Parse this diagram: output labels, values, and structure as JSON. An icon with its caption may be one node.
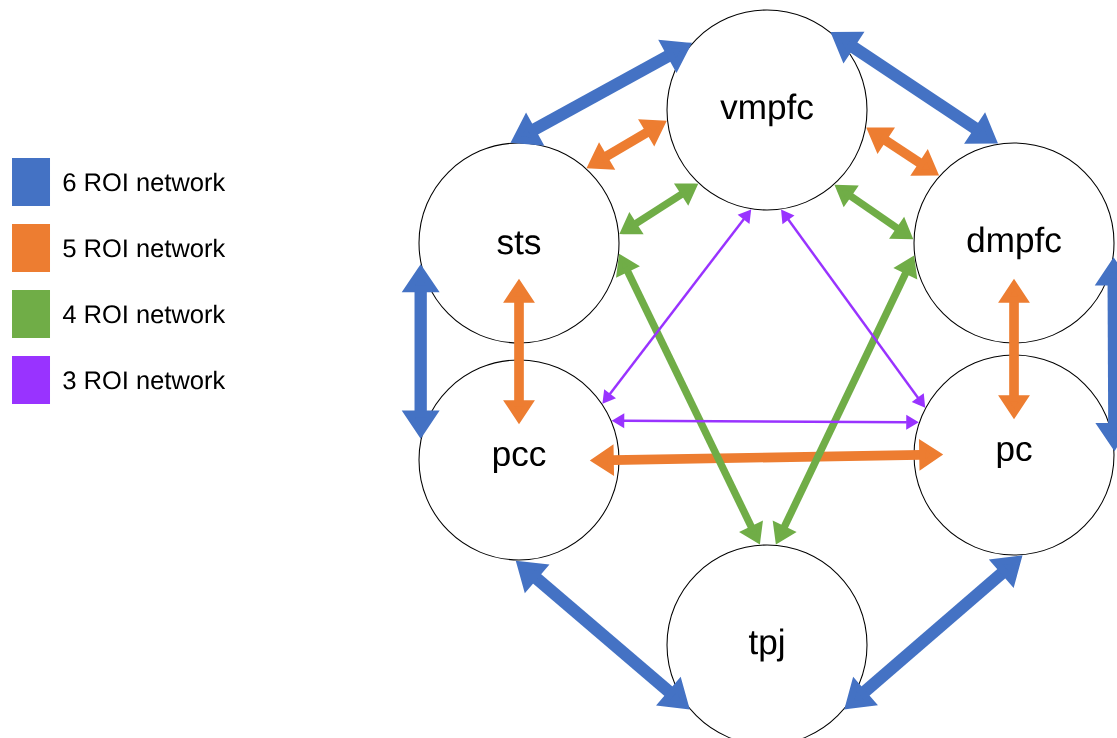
{
  "diagram": {
    "nodes": [
      {
        "text": [
          "vmpfc"
        ]
      },
      {
        "text": [
          "sts"
        ]
      },
      {
        "text": [
          "dmpfc"
        ]
      },
      {
        "text": [
          "pcc"
        ]
      },
      {
        "text": [
          "pc"
        ]
      },
      {
        "text": [
          "tpj"
        ]
      }
    ],
    "edges": [
      {
        "from": 0,
        "to": 1,
        "arrow": "both",
        "color": "#4472c4"
      },
      {
        "from": 0,
        "to": 2,
        "arrow": "both",
        "color": "#4472c4"
      },
      {
        "from": 1,
        "to": 3,
        "arrow": "both",
        "color": "#4472c4"
      },
      {
        "from": 2,
        "to": 4,
        "arrow": "both",
        "color": "#4472c4"
      },
      {
        "from": 3,
        "to": 5,
        "arrow": "both",
        "color": "#4472c4"
      },
      {
        "from": 4,
        "to": 5,
        "arrow": "both",
        "color": "#4472c4"
      },
      {
        "from": 0,
        "to": 1,
        "arrow": "both",
        "color": "#ed7d31"
      },
      {
        "from": 0,
        "to": 2,
        "arrow": "both",
        "color": "#ed7d31"
      },
      {
        "from": 1,
        "to": 3,
        "arrow": "both",
        "color": "#ed7d31"
      },
      {
        "from": 2,
        "to": 4,
        "arrow": "both",
        "color": "#ed7d31"
      },
      {
        "from": 3,
        "to": 4,
        "arrow": "both",
        "color": "#ed7d31"
      },
      {
        "from": 0,
        "to": 1,
        "arrow": "both",
        "color": "#70ad47"
      },
      {
        "from": 0,
        "to": 2,
        "arrow": "both",
        "color": "#70ad47"
      },
      {
        "from": 1,
        "to": 5,
        "arrow": "both",
        "color": "#70ad47"
      },
      {
        "from": 2,
        "to": 5,
        "arrow": "both",
        "color": "#70ad47"
      },
      {
        "from": 0,
        "to": 3,
        "arrow": "both",
        "color": "#9933ff"
      },
      {
        "from": 0,
        "to": 4,
        "arrow": "both",
        "color": "#9933ff"
      },
      {
        "from": 3,
        "to": 4,
        "arrow": "both",
        "color": "#9933ff"
      }
    ],
    "legend": [
      {
        "text": "6 ROI network",
        "color": "#4472c4"
      },
      {
        "text": "5 ROI network",
        "color": "#ed7d31"
      },
      {
        "text": "4 ROI network",
        "color": "#70ad47"
      },
      {
        "text": "3 ROI network",
        "color": "#9933ff"
      }
    ]
  }
}
